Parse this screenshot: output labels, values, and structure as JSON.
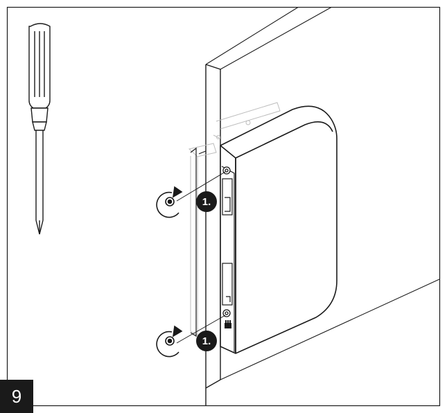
{
  "step": {
    "number": "9"
  },
  "callouts": [
    {
      "label": "1."
    },
    {
      "label": "1."
    }
  ],
  "icons": {
    "tool": "screwdriver-icon",
    "action": "rotate-counterclockwise-icon"
  },
  "colors": {
    "line": "#1a1a1a",
    "badge_bg": "#1a1a1a",
    "badge_text": "#ffffff",
    "background": "#ffffff"
  }
}
